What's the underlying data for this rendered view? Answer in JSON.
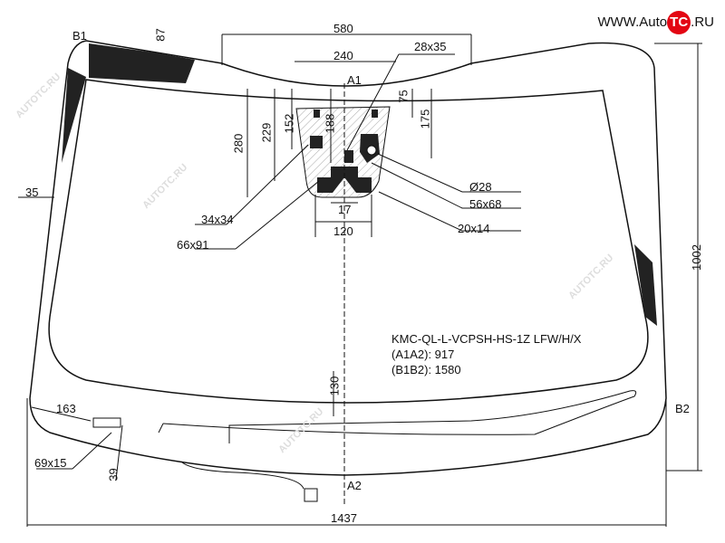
{
  "logo": {
    "prefix": "WWW.Auto",
    "mark": "TC",
    "suffix": ".RU"
  },
  "watermark": "AUTOTC.RU",
  "points": {
    "a1": "A1",
    "a2": "A2",
    "b1": "B1",
    "b2": "B2"
  },
  "dimensions": {
    "d580": "580",
    "d240": "240",
    "d28x35": "28x35",
    "d87": "87",
    "d75": "75",
    "d175": "175",
    "d188": "188",
    "d152": "152",
    "d229": "229",
    "d280": "280",
    "d35": "35",
    "d28": "Ø28",
    "d56x68": "56x68",
    "d20x14": "20x14",
    "d34x34": "34x34",
    "d66x91": "66x91",
    "d17": "17",
    "d120": "120",
    "d1002": "1002",
    "d130": "130",
    "d163": "163",
    "d69x15": "69x15",
    "d39": "39",
    "d1437": "1437"
  },
  "info": {
    "code": "KMC-QL-L-VCPSH-HS-1Z LFW/H/X",
    "a1a2": "(A1A2): 917",
    "b1b2": "(B1B2): 1580"
  }
}
